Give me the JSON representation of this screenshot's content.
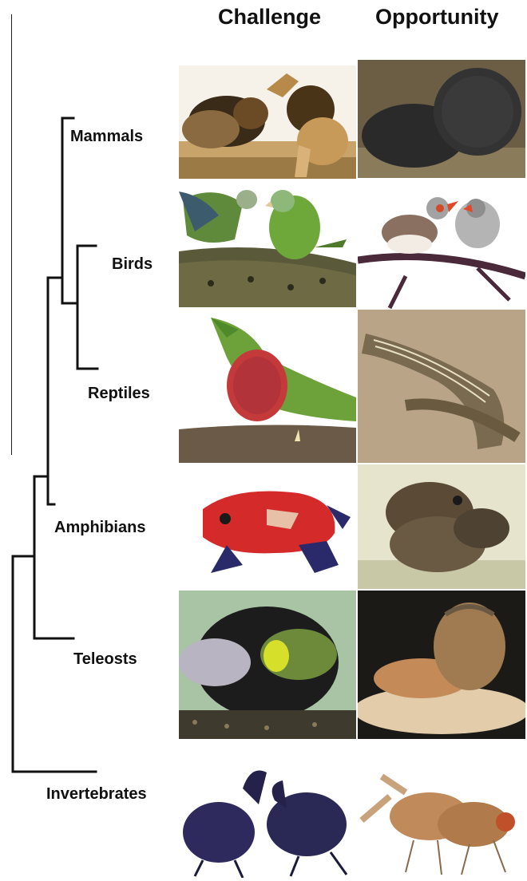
{
  "headers": {
    "challenge": "Challenge",
    "opportunity": "Opportunity"
  },
  "taxa": [
    {
      "key": "mammals",
      "label": "Mammals"
    },
    {
      "key": "birds",
      "label": "Birds"
    },
    {
      "key": "reptiles",
      "label": "Reptiles"
    },
    {
      "key": "amphibians",
      "label": "Amphibians"
    },
    {
      "key": "teleosts",
      "label": "Teleosts"
    },
    {
      "key": "invertebrates",
      "label": "Invertebrates"
    }
  ],
  "photos": {
    "challenge": [
      "lions-fighting",
      "parrots-displaying",
      "anole-dewlap-display",
      "poison-frog",
      "cichlids-mouth-fighting",
      "beetles-fighting"
    ],
    "opportunity": [
      "mating-mammals",
      "zebra-finches",
      "mating-lizards",
      "mating-toads",
      "spawning-cichlids",
      "mating-flies"
    ]
  },
  "colors": {
    "line": "#111111",
    "background": "#ffffff"
  }
}
